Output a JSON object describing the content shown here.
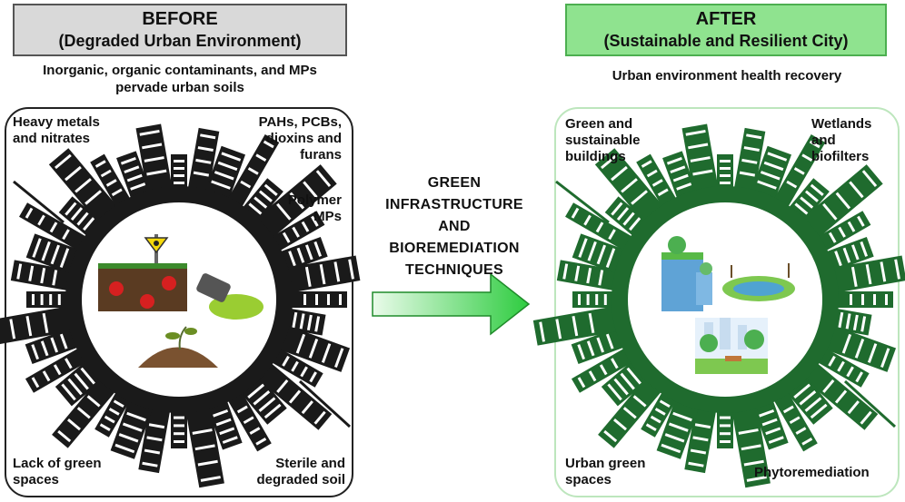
{
  "before": {
    "title": "BEFORE",
    "subtitle": "(Degraded Urban Environment)",
    "caption_line1": "Inorganic, organic contaminants, and MPs",
    "caption_line2": "pervade urban soils",
    "labels": {
      "top_left_1": "Heavy metals",
      "top_left_2": "and nitrates",
      "top_right_1": "PAHs, PCBs,",
      "top_right_2": "dioxins and",
      "top_right_3": "furans",
      "mid_right_1": "Polymer",
      "mid_right_2": "MPs",
      "bottom_left_1": "Lack of green",
      "bottom_left_2": "spaces",
      "bottom_right_1": "Sterile and",
      "bottom_right_2": "degraded soil"
    }
  },
  "after": {
    "title": "AFTER",
    "subtitle": "(Sustainable and Resilient City)",
    "caption": "Urban environment health recovery",
    "labels": {
      "top_left_1": "Green and",
      "top_left_2": "sustainable",
      "top_left_3": "buildings",
      "top_right_1": "Wetlands",
      "top_right_2": "and",
      "top_right_3": "biofilters",
      "bottom_left_1": "Urban green",
      "bottom_left_2": "spaces",
      "bottom_right_1": "Phytoremediation"
    }
  },
  "center": {
    "line1": "GREEN",
    "line2": "INFRASTRUCTURE",
    "line3": "AND",
    "line4": "BIOREMEDIATION",
    "line5": "TECHNIQUES"
  },
  "colors": {
    "before_header_bg": "#d9d9d9",
    "after_header_bg": "#8fe38f",
    "before_city": "#1a1a1a",
    "after_city": "#1f6b2e",
    "arrow_start": "#e9fbe9",
    "arrow_end": "#2ecc40"
  }
}
